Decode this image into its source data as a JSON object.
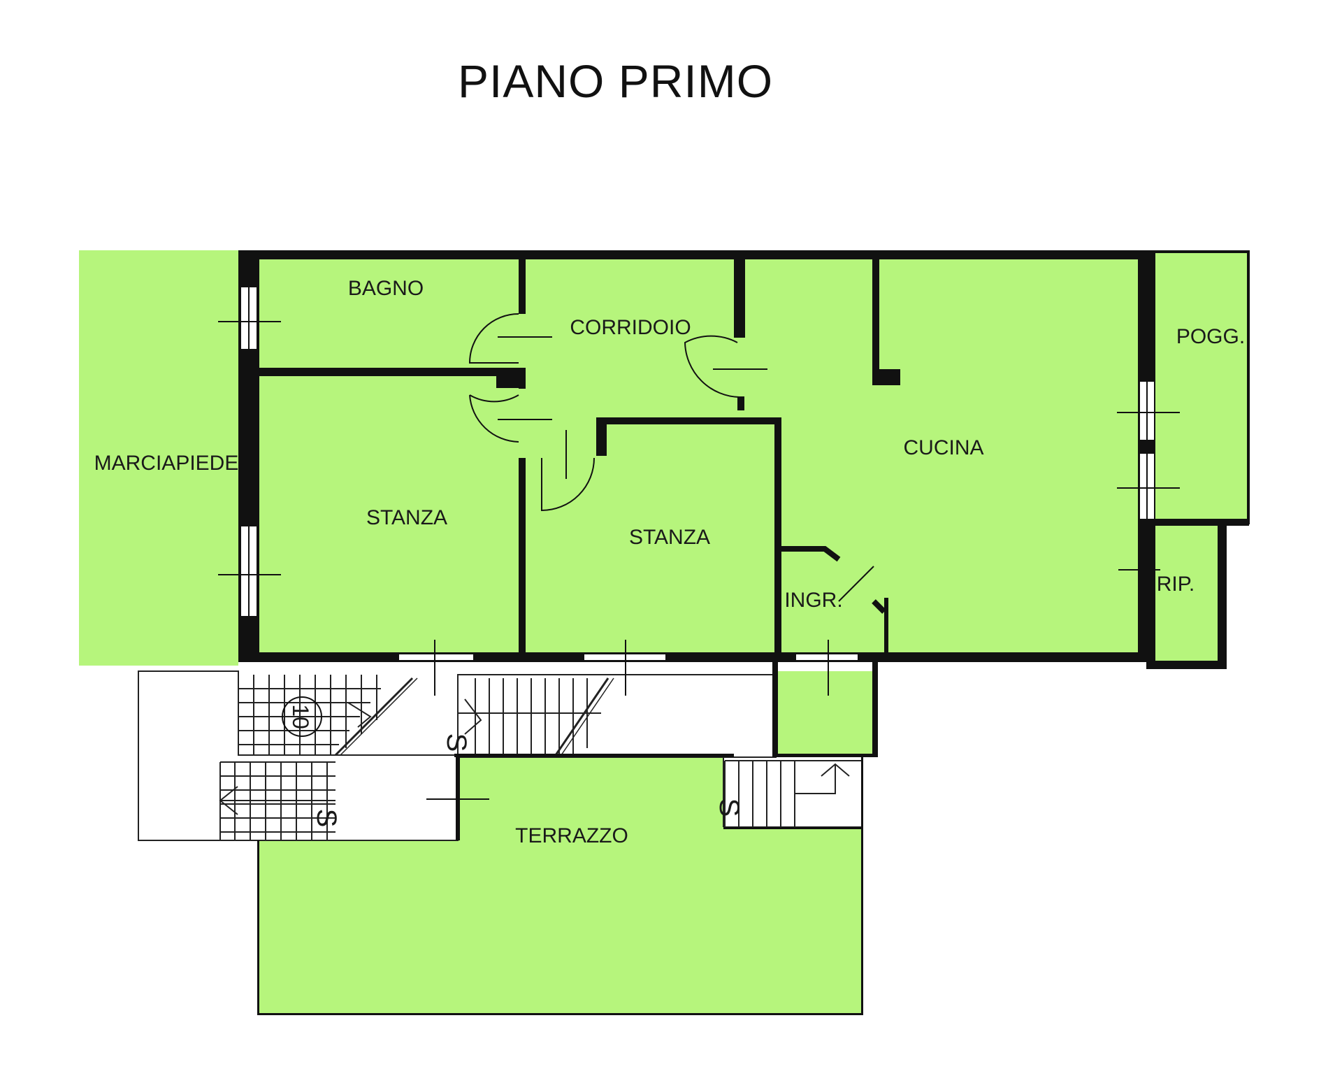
{
  "title": "PIANO PRIMO",
  "rooms": {
    "bagno": "BAGNO",
    "corridoio": "CORRIDOIO",
    "stanza_1": "STANZA",
    "stanza_2": "STANZA",
    "cucina": "CUCINA",
    "ingresso": "INGR.",
    "poggiolo": "POGG.",
    "ripostiglio": "RIP.",
    "marciapiede": "MARCIAPIEDE",
    "terrazzo": "TERRAZZO"
  },
  "stair_markers": {
    "step_count": "10",
    "s1": "S",
    "s2": "S",
    "s3": "S"
  },
  "colors": {
    "fill": "#b6f57c",
    "wall": "#111111",
    "background": "#ffffff"
  }
}
